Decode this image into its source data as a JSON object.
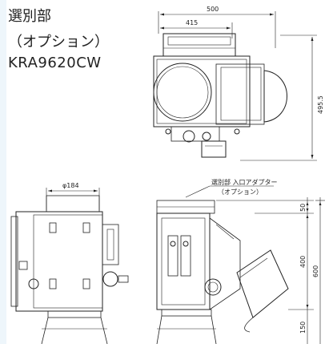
{
  "title": {
    "line1": "選別部",
    "line2": "（オプション）",
    "model": "KRA9620CW"
  },
  "top_view": {
    "dim_width_outer": "500",
    "dim_width_inner": "415",
    "dim_height": "495.5"
  },
  "front_view": {
    "dim_diameter": "φ184"
  },
  "side_view": {
    "note_line1": "選別部 入口アダプター",
    "note_line2": "（オプション）",
    "dim_top": "50",
    "dim_mid": "400",
    "dim_bottom": "150",
    "dim_total": "600"
  },
  "colors": {
    "line": "#222222",
    "accent": "#eef6fb"
  }
}
